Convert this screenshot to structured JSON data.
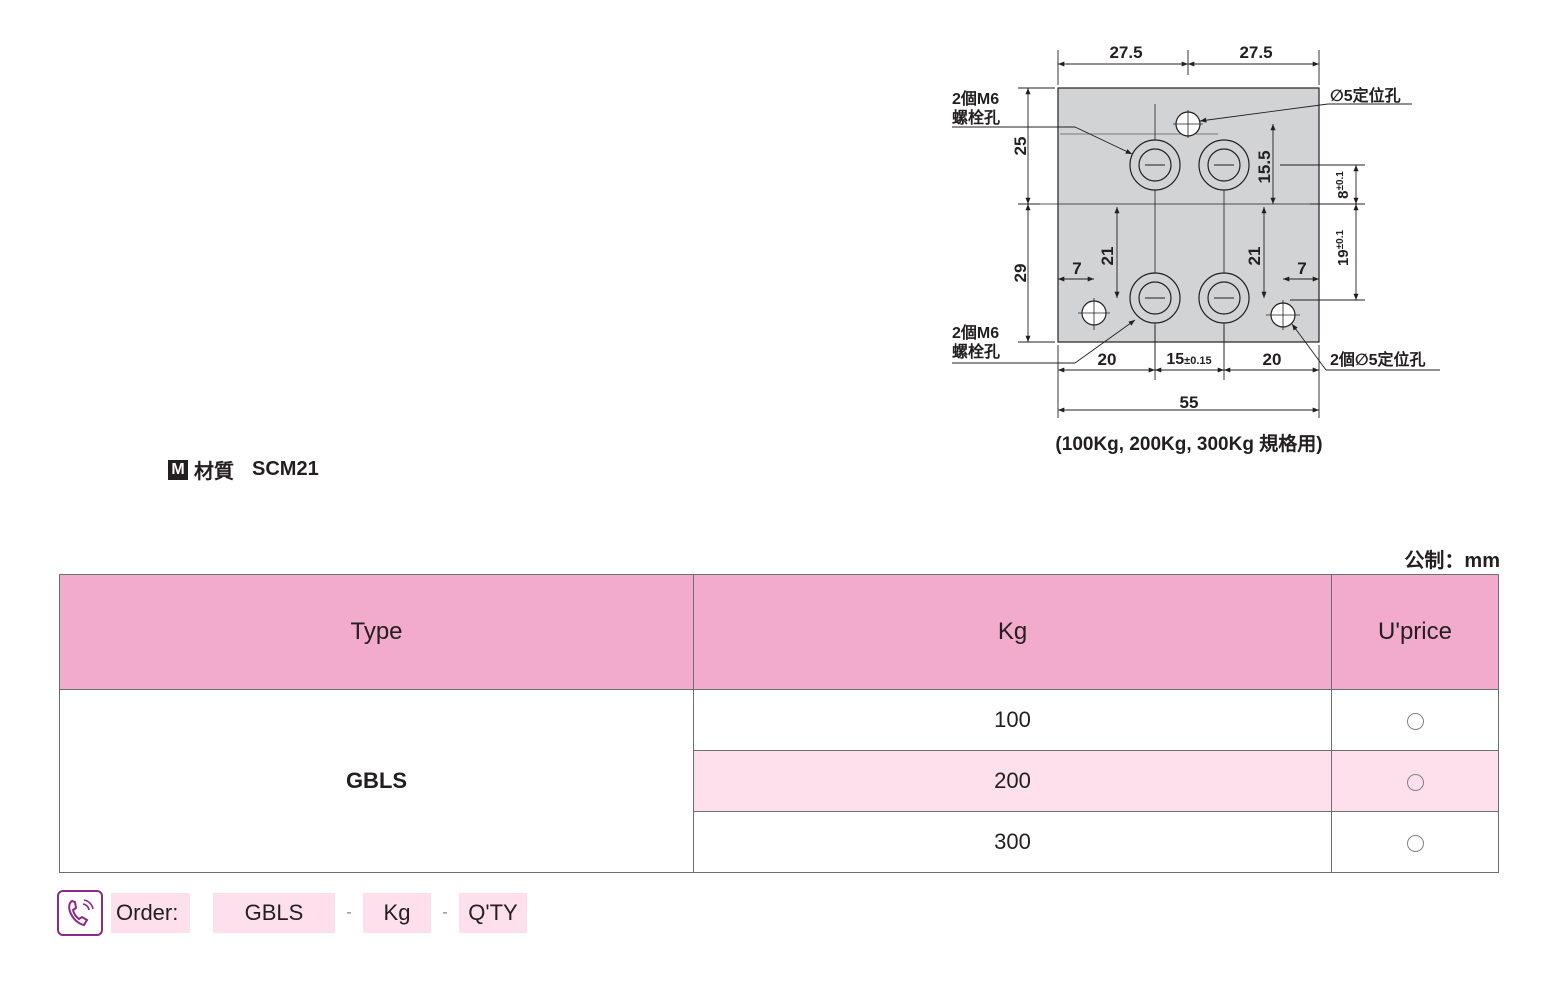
{
  "drawing": {
    "dimensions": {
      "top_left": "27.5",
      "top_right": "27.5",
      "left_upper": "25",
      "left_lower": "29",
      "mid_right_upper": "15.5",
      "right_upper": "8",
      "right_upper_tol": "±0.1",
      "right_lower": "19",
      "right_lower_tol": "±0.1",
      "inner_left_vert": "21",
      "inner_right_vert": "21",
      "small_left": "7",
      "small_right": "7",
      "bottom_left": "20",
      "bottom_mid": "15",
      "bottom_mid_tol": "±0.15",
      "bottom_right": "20",
      "overall_width": "55"
    },
    "callouts": {
      "bolt_holes_top_line1": "2個M6",
      "bolt_holes_top_line2": "螺栓孔",
      "bolt_holes_bottom_line1": "2個M6",
      "bolt_holes_bottom_line2": "螺栓孔",
      "locating_hole_top": "∅5定位孔",
      "locating_holes_bottom": "2個∅5定位孔"
    },
    "caption": "(100Kg, 200Kg, 300Kg 規格用)",
    "colors": {
      "plate_fill": "#d1d3d4",
      "ink": "#231f20"
    }
  },
  "material": {
    "badge": "M",
    "label": "材質",
    "value": "SCM21"
  },
  "unit_note": "公制：mm",
  "table": {
    "headers": {
      "type": "Type",
      "kg": "Kg",
      "price": "U'price"
    },
    "type_value": "GBLS",
    "rows": [
      {
        "kg": "100",
        "price_icon": "circle-icon"
      },
      {
        "kg": "200",
        "price_icon": "circle-icon"
      },
      {
        "kg": "300",
        "price_icon": "circle-icon"
      }
    ],
    "colors": {
      "header_bg": "#f2abca",
      "alt_row_bg": "#fde0ec",
      "border": "#6d6e71"
    }
  },
  "order": {
    "icon": "phone-icon",
    "label": "Order:",
    "type": "GBLS",
    "sep1": "-",
    "kg": "Kg",
    "sep2": "-",
    "qty": "Q'TY",
    "colors": {
      "box_bg": "#fde0ec",
      "icon_border": "#8b2a82"
    }
  }
}
